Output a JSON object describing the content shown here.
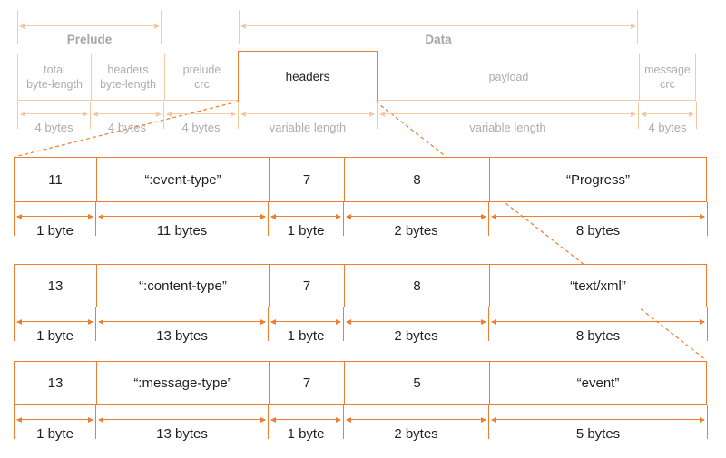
{
  "top": {
    "groups": [
      {
        "label": "Prelude"
      },
      {
        "label": "Data"
      }
    ],
    "fields": [
      {
        "label": "total\nbyte-length",
        "size": "4 bytes"
      },
      {
        "label": "headers\nbyte-length",
        "size": "4 bytes"
      },
      {
        "label": "prelude\ncrc",
        "size": "4 bytes"
      },
      {
        "label": "headers",
        "size": "variable length"
      },
      {
        "label": "payload",
        "size": "variable length"
      },
      {
        "label": "message\ncrc",
        "size": "4 bytes"
      }
    ]
  },
  "header_rows": [
    {
      "cells": [
        {
          "value": "11",
          "size": "1 byte"
        },
        {
          "value": "“:event-type”",
          "size": "11 bytes"
        },
        {
          "value": "7",
          "size": "1 byte"
        },
        {
          "value": "8",
          "size": "2 bytes"
        },
        {
          "value": "“Progress”",
          "size": "8 bytes"
        }
      ]
    },
    {
      "cells": [
        {
          "value": "13",
          "size": "1 byte"
        },
        {
          "value": "“:content-type”",
          "size": "13 bytes"
        },
        {
          "value": "7",
          "size": "1 byte"
        },
        {
          "value": "8",
          "size": "2 bytes"
        },
        {
          "value": "“text/xml”",
          "size": "8 bytes"
        }
      ]
    },
    {
      "cells": [
        {
          "value": "13",
          "size": "1 byte"
        },
        {
          "value": "“:message-type”",
          "size": "13 bytes"
        },
        {
          "value": "7",
          "size": "1 byte"
        },
        {
          "value": "5",
          "size": "2 bytes"
        },
        {
          "value": "“event”",
          "size": "5 bytes"
        }
      ]
    }
  ],
  "colors": {
    "accent": "#ED7D31",
    "accent_light": "#F6C9A6",
    "muted_text": "#ADADAD",
    "dark_text": "#1F1F1F"
  }
}
